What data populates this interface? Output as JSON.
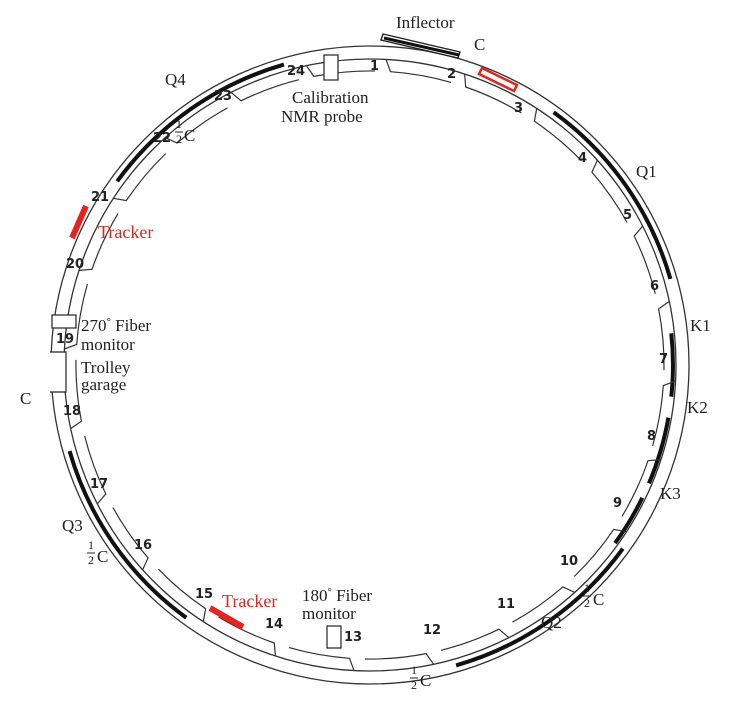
{
  "stations": [
    "1",
    "2",
    "3",
    "4",
    "5",
    "6",
    "7",
    "8",
    "9",
    "10",
    "11",
    "12",
    "13",
    "14",
    "15",
    "16",
    "17",
    "18",
    "19",
    "20",
    "21",
    "22",
    "23",
    "24"
  ],
  "labels": {
    "inflector": "Inflector",
    "collimator": "C",
    "q1": "Q1",
    "q2": "Q2",
    "q3": "Q3",
    "q4": "Q4",
    "k1": "K1",
    "k2": "K2",
    "k3": "K3",
    "calibration_line1": "Calibration",
    "calibration_line2": "NMR probe",
    "tracker": "Tracker",
    "fiber270_line1": "270",
    "fiber270_degree": "°",
    "fiber270_line1_rest": " Fiber",
    "fiber270_line2": "monitor",
    "fiber180_line1": "180",
    "fiber180_degree": "°",
    "fiber180_line1_rest": " Fiber",
    "fiber180_line2": "monitor",
    "trolley_line1": "Trolley",
    "trolley_line2": "garage",
    "half_num": "1",
    "half_den": "2"
  },
  "colors": {
    "tracker": "#e8231b",
    "ink": "#222222"
  }
}
